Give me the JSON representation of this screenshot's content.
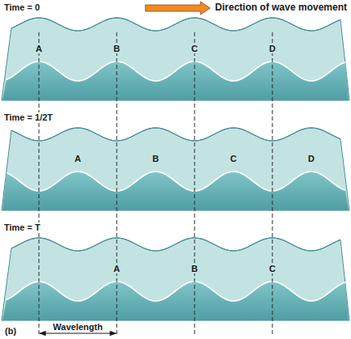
{
  "diagram": {
    "labels": [
      "Direction of wave movement",
      "Time = 0",
      "A",
      "B",
      "C",
      "D",
      "Time = 1/2T",
      "A",
      "B",
      "C",
      "D",
      "Time = T",
      "A",
      "B",
      "C",
      "(b)",
      "Wavelength"
    ]
  }
}
